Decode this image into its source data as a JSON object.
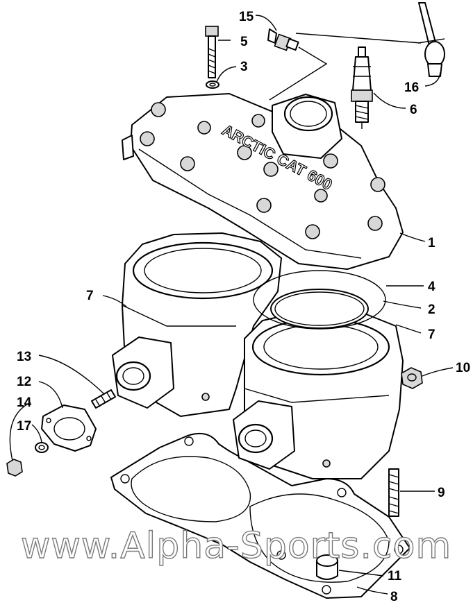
{
  "callouts": [
    {
      "id": "15",
      "label": "15"
    },
    {
      "id": "5",
      "label": "5"
    },
    {
      "id": "3",
      "label": "3"
    },
    {
      "id": "16",
      "label": "16"
    },
    {
      "id": "6",
      "label": "6"
    },
    {
      "id": "1",
      "label": "1"
    },
    {
      "id": "7a",
      "label": "7"
    },
    {
      "id": "4",
      "label": "4"
    },
    {
      "id": "2",
      "label": "2"
    },
    {
      "id": "7b",
      "label": "7"
    },
    {
      "id": "10",
      "label": "10"
    },
    {
      "id": "13",
      "label": "13"
    },
    {
      "id": "12",
      "label": "12"
    },
    {
      "id": "14",
      "label": "14"
    },
    {
      "id": "17",
      "label": "17"
    },
    {
      "id": "9",
      "label": "9"
    },
    {
      "id": "11",
      "label": "11"
    },
    {
      "id": "8",
      "label": "8"
    }
  ],
  "head_casting_text": "ARCTIC CAT 600",
  "watermark": "www.Alpha-Sports.com"
}
